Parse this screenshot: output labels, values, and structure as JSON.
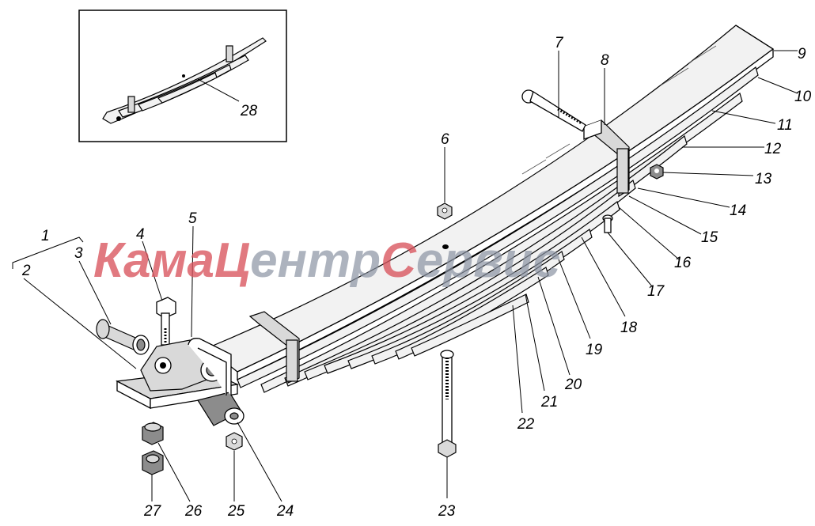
{
  "watermark": {
    "part_red_1": "Кама",
    "part_red_2": "Ц",
    "part_grey_1": "ентр",
    "part_red_3": "С",
    "part_grey_2": "ервис"
  },
  "inset": {
    "callout": "28"
  },
  "callouts": [
    {
      "id": "c1",
      "label": "1"
    },
    {
      "id": "c2",
      "label": "2"
    },
    {
      "id": "c3",
      "label": "3"
    },
    {
      "id": "c4",
      "label": "4"
    },
    {
      "id": "c5",
      "label": "5"
    },
    {
      "id": "c6",
      "label": "6"
    },
    {
      "id": "c7",
      "label": "7"
    },
    {
      "id": "c8",
      "label": "8"
    },
    {
      "id": "c9",
      "label": "9"
    },
    {
      "id": "c10",
      "label": "10"
    },
    {
      "id": "c11",
      "label": "11"
    },
    {
      "id": "c12",
      "label": "12"
    },
    {
      "id": "c13",
      "label": "13"
    },
    {
      "id": "c14",
      "label": "14"
    },
    {
      "id": "c15",
      "label": "15"
    },
    {
      "id": "c16",
      "label": "16"
    },
    {
      "id": "c17",
      "label": "17"
    },
    {
      "id": "c18",
      "label": "18"
    },
    {
      "id": "c19",
      "label": "19"
    },
    {
      "id": "c20",
      "label": "20"
    },
    {
      "id": "c21",
      "label": "21"
    },
    {
      "id": "c22",
      "label": "22"
    },
    {
      "id": "c23",
      "label": "23"
    },
    {
      "id": "c24",
      "label": "24"
    },
    {
      "id": "c25",
      "label": "25"
    },
    {
      "id": "c26",
      "label": "26"
    },
    {
      "id": "c27",
      "label": "27"
    }
  ]
}
